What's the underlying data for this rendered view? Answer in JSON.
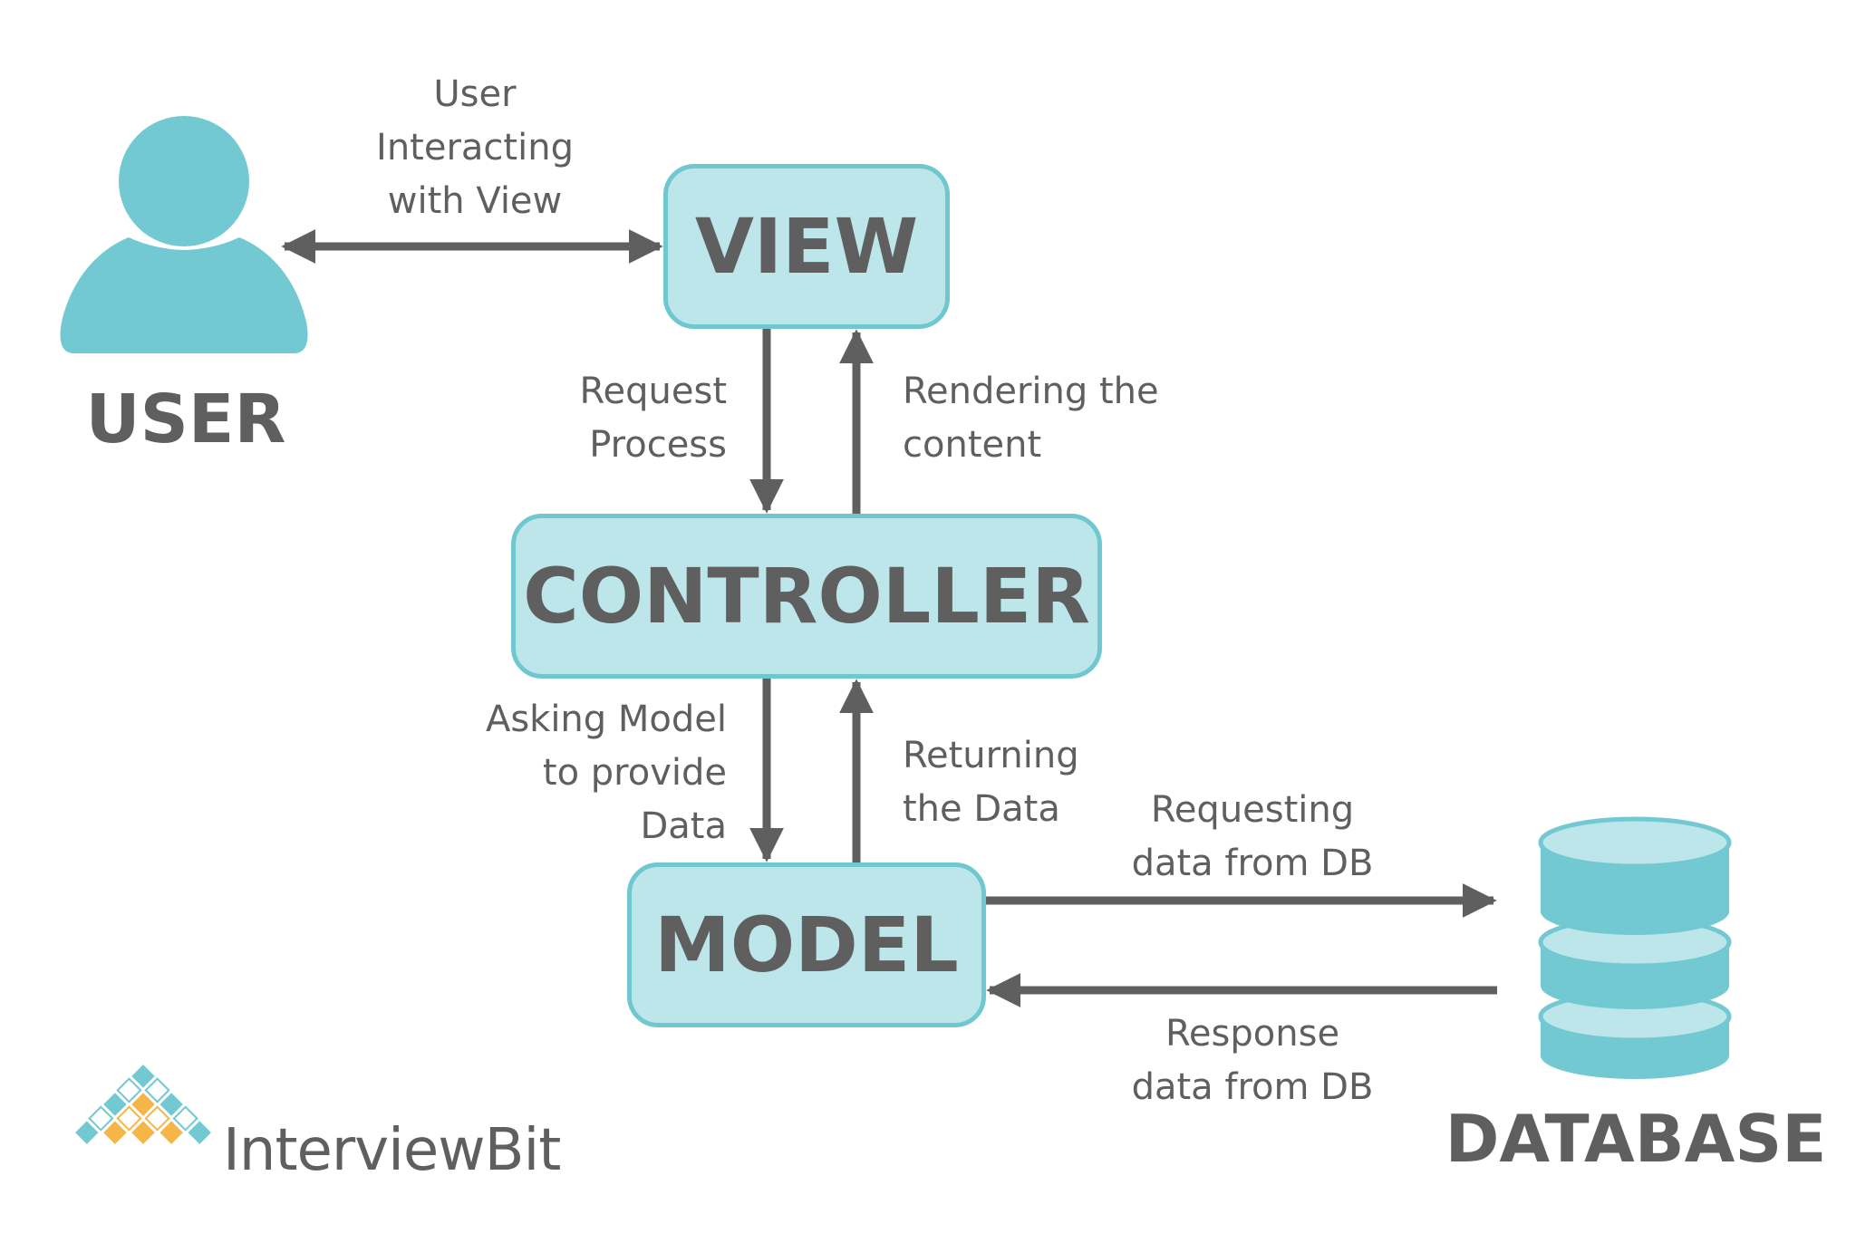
{
  "nodes": {
    "view": "VIEW",
    "controller": "CONTROLLER",
    "model": "MODEL",
    "user": "USER",
    "database": "DATABASE"
  },
  "edges": {
    "user_view": "User\nInteracting\nwith View",
    "request_process": "Request\nProcess",
    "rendering": "Rendering the\ncontent",
    "asking_model": "Asking Model\nto provide\nData",
    "returning_data": "Returning\nthe Data",
    "requesting_db": "Requesting\ndata from DB",
    "response_db": "Response\ndata from DB"
  },
  "brand": {
    "name": "InterviewBit"
  },
  "colors": {
    "box_fill": "#bde6ea",
    "box_border": "#6fc7cf",
    "icon_teal": "#72c9d1",
    "text_gray": "#5f5f5f",
    "arrow_gray": "#5f5f5f",
    "logo_orange": "#f5b547",
    "logo_teal": "#72c9d1"
  },
  "icons": [
    "user-icon",
    "database-icon",
    "interviewbit-logo-icon"
  ]
}
